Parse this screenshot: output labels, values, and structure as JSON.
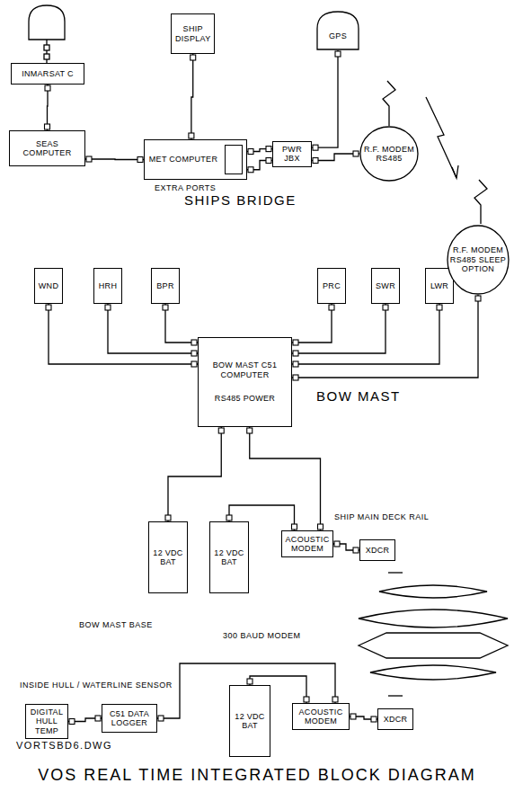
{
  "diagram": {
    "title": "VOS REAL TIME INTEGRATED BLOCK DIAGRAM",
    "nodes": [
      {
        "text": [
          "INMARSAT C"
        ]
      },
      {
        "text": [
          "SHIP DISPLAY"
        ]
      },
      {
        "text": [
          "GPS"
        ]
      },
      {
        "text": [
          "SEAS COMPUTER"
        ]
      },
      {
        "text": [
          "MET COMPUTER"
        ]
      },
      {
        "text": [
          "PWR JBX"
        ]
      },
      {
        "text": [
          "R.F. MODEM RS485"
        ]
      },
      {
        "text": [
          "WND"
        ]
      },
      {
        "text": [
          "HRH"
        ]
      },
      {
        "text": [
          "BPR"
        ]
      },
      {
        "text": [
          "PRC"
        ]
      },
      {
        "text": [
          "SWR"
        ]
      },
      {
        "text": [
          "LWR"
        ]
      },
      {
        "text": [
          "R.F. MODEM RS485 SLEEP OPTION"
        ]
      },
      {
        "text": [
          "BOW MAST C51 COMPUTER",
          "RS485 POWER"
        ]
      },
      {
        "text": [
          "12 VDC BAT"
        ]
      },
      {
        "text": [
          "12 VDC BAT"
        ]
      },
      {
        "text": [
          "ACOUSTIC MODEM"
        ]
      },
      {
        "text": [
          "XDCR"
        ]
      },
      {
        "text": [
          "DIGITAL HULL TEMP"
        ]
      },
      {
        "text": [
          "C51 DATA LOGGER"
        ]
      },
      {
        "text": [
          "12 VDC BAT"
        ]
      },
      {
        "text": [
          "ACOUSTIC MODEM"
        ]
      },
      {
        "text": [
          "XDCR"
        ]
      }
    ],
    "edges": [
      {
        "from": 0,
        "to": 3,
        "arrow": "none"
      },
      {
        "from": 3,
        "to": 4,
        "arrow": "none"
      },
      {
        "from": 1,
        "to": 4,
        "arrow": "none"
      },
      {
        "from": 4,
        "to": 5,
        "arrow": "none"
      },
      {
        "from": 4,
        "to": 5,
        "arrow": "none"
      },
      {
        "from": 5,
        "to": 2,
        "arrow": "none"
      },
      {
        "from": 5,
        "to": 6,
        "arrow": "none"
      },
      {
        "from": 7,
        "to": 14,
        "arrow": "none"
      },
      {
        "from": 8,
        "to": 14,
        "arrow": "none"
      },
      {
        "from": 9,
        "to": 14,
        "arrow": "none"
      },
      {
        "from": 10,
        "to": 14,
        "arrow": "none"
      },
      {
        "from": 11,
        "to": 14,
        "arrow": "none"
      },
      {
        "from": 12,
        "to": 14,
        "arrow": "none"
      },
      {
        "from": 13,
        "to": 14,
        "arrow": "none"
      },
      {
        "from": 14,
        "to": 15,
        "arrow": "none"
      },
      {
        "from": 14,
        "to": 17,
        "arrow": "none"
      },
      {
        "from": 16,
        "to": 17,
        "arrow": "none"
      },
      {
        "from": 17,
        "to": 18,
        "arrow": "none"
      },
      {
        "from": 19,
        "to": 20,
        "arrow": "none"
      },
      {
        "from": 20,
        "to": 22,
        "arrow": "none"
      },
      {
        "from": 21,
        "to": 22,
        "arrow": "none"
      },
      {
        "from": 22,
        "to": 23,
        "arrow": "none"
      }
    ],
    "labels": [
      "EXTRA PORTS",
      "SHIPS BRIDGE",
      "BOW MAST",
      "SHIP MAIN DECK RAIL",
      "BOW MAST BASE",
      "300 BAUD MODEM",
      "INSIDE HULL / WATERLINE SENSOR",
      "VORTSBD6.DWG"
    ]
  }
}
